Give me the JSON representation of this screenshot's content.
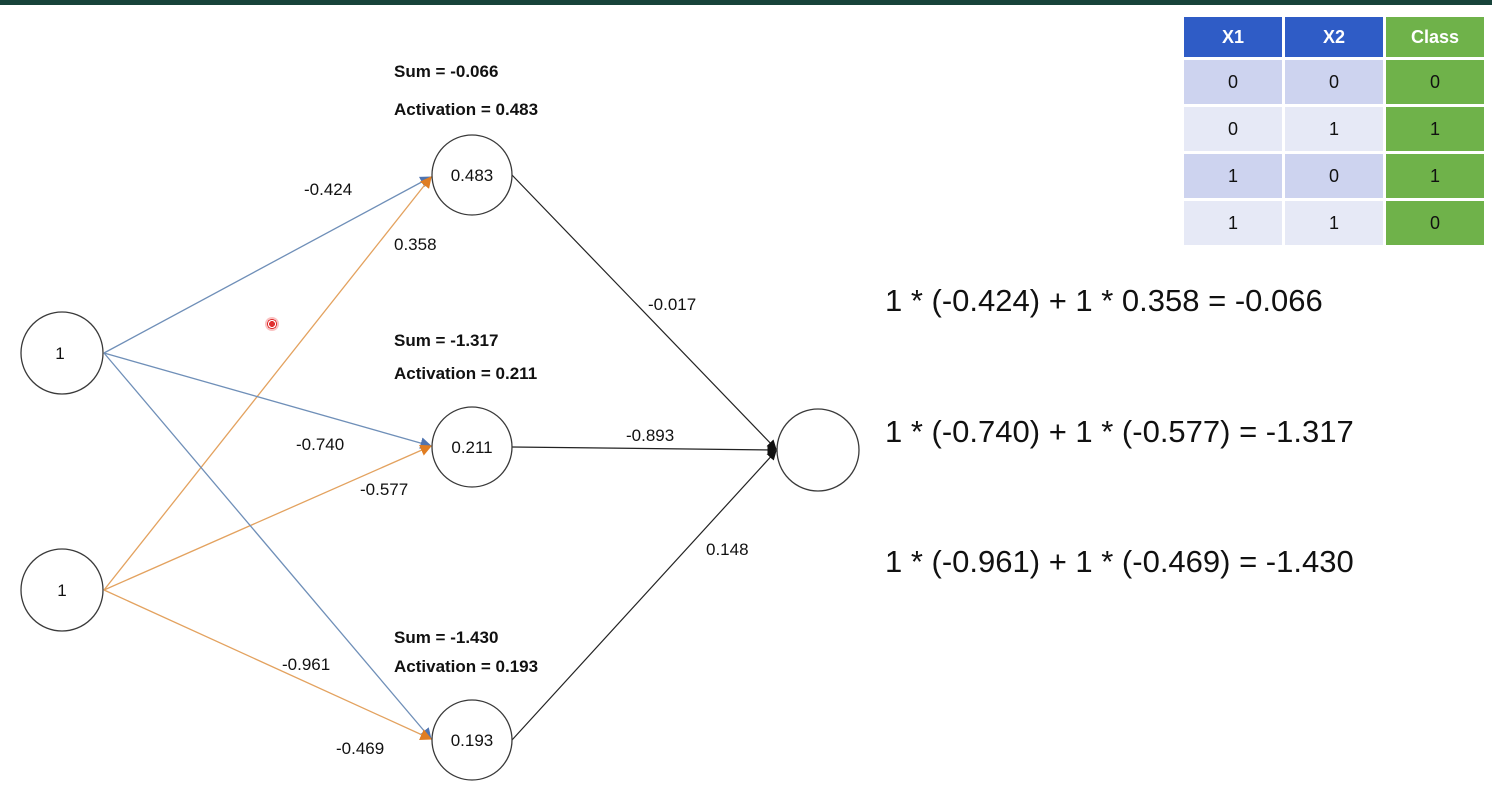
{
  "network": {
    "inputs": [
      {
        "value": "1"
      },
      {
        "value": "1"
      }
    ],
    "hidden": [
      {
        "value": "0.483",
        "sum_label": "Sum = -0.066",
        "activation_label": "Activation = 0.483"
      },
      {
        "value": "0.211",
        "sum_label": "Sum = -1.317",
        "activation_label": "Activation = 0.211"
      },
      {
        "value": "0.193",
        "sum_label": "Sum = -1.430",
        "activation_label": "Activation = 0.193"
      }
    ],
    "output": {
      "value": ""
    },
    "input_weights": {
      "x1_h1": "-0.424",
      "x2_h1": "0.358",
      "x1_h2": "-0.740",
      "x2_h2": "-0.577",
      "x2_h3": "-0.961",
      "x1_h3": "-0.469"
    },
    "output_weights": {
      "h1_out": "-0.017",
      "h2_out": "-0.893",
      "h3_out": "0.148"
    },
    "colors": {
      "input1_edges": "#6f8fb8",
      "input2_edges": "#e3a25f",
      "output_edges": "#222222"
    }
  },
  "table": {
    "headers": [
      "X1",
      "X2",
      "Class"
    ],
    "rows": [
      [
        "0",
        "0",
        "0"
      ],
      [
        "0",
        "1",
        "1"
      ],
      [
        "1",
        "0",
        "1"
      ],
      [
        "1",
        "1",
        "0"
      ]
    ],
    "colors": {
      "header": "#2f5cc6",
      "class": "#6fb24a"
    }
  },
  "equations": [
    "1 * (-0.424) + 1 * 0.358 = -0.066",
    "1 * (-0.740) + 1 * (-0.577) = -1.317",
    "1 * (-0.961) + 1 * (-0.469) = -1.430"
  ]
}
